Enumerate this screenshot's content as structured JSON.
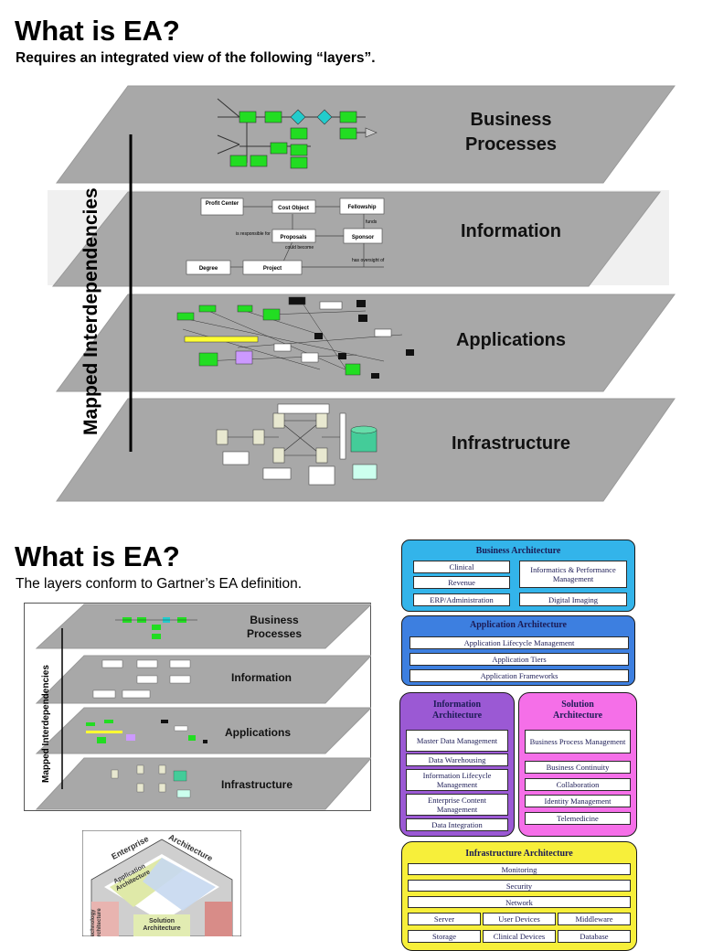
{
  "slide1": {
    "title": "What is EA?",
    "subtitle": "Requires an integrated view of the following “layers”.",
    "side_label": "Mapped Interdependencies",
    "layers": {
      "business": "Business Processes",
      "information": "Information",
      "applications": "Applications",
      "infrastructure": "Infrastructure"
    },
    "info_diagram": {
      "profit_center": "Profit Center",
      "cost_object": "Cost Object",
      "fellowship": "Fellowship",
      "proposals": "Proposals",
      "sponsor": "Sponsor",
      "degree": "Degree",
      "project": "Project",
      "is_responsible_for": "is responsible for",
      "could_become": "could become",
      "has_oversight_of": "has oversight of",
      "funds": "funds"
    }
  },
  "slide2": {
    "title": "What is EA?",
    "subtitle": "The layers conform to Gartner’s EA definition.",
    "side_label": "Mapped Interdependencies",
    "layers": {
      "business": "Business Processes",
      "information": "Information",
      "applications": "Applications",
      "infrastructure": "Infrastructure"
    },
    "hexagon": {
      "enterprise": "Enterprise",
      "architecture": "Architecture",
      "application_architecture": "Application Architecture",
      "technology_architecture": "Technology Architecture",
      "solution_architecture": "Solution Architecture"
    }
  },
  "arch": {
    "business": {
      "title": "Business Architecture",
      "items": [
        "Clinical",
        "Revenue",
        "ERP/Administration",
        "Informatics & Performance Management",
        "Digital Imaging"
      ],
      "color": "#33b4ea"
    },
    "application": {
      "title": "Application Architecture",
      "items": [
        "Application Lifecycle Management",
        "Application Tiers",
        "Application Frameworks"
      ],
      "color": "#3d7fe0"
    },
    "information": {
      "title": "Information Architecture",
      "items": [
        "Master Data Management",
        "Data Warehousing",
        "Information Lifecycle Management",
        "Enterprise Content Management",
        "Data Integration"
      ],
      "color": "#9b59d4"
    },
    "solution": {
      "title": "Solution Architecture",
      "items": [
        "Business Process Management",
        "Business Continuity",
        "Collaboration",
        "Identity Management",
        "Telemedicine"
      ],
      "color": "#f56fe8"
    },
    "infrastructure": {
      "title": "Infrastructure Architecture",
      "items": [
        "Monitoring",
        "Security",
        "Network",
        "Server",
        "User Devices",
        "Middleware",
        "Storage",
        "Clinical Devices",
        "Database"
      ],
      "color": "#f7ef3a"
    }
  },
  "colors": {
    "plane": "#a8a8a8",
    "plane_edge": "#8f8f8f",
    "diagram_green": "#22dd22",
    "diagram_cyan": "#22cccc",
    "diagram_yellow": "#ffff33",
    "diagram_purple": "#cc99ff"
  }
}
